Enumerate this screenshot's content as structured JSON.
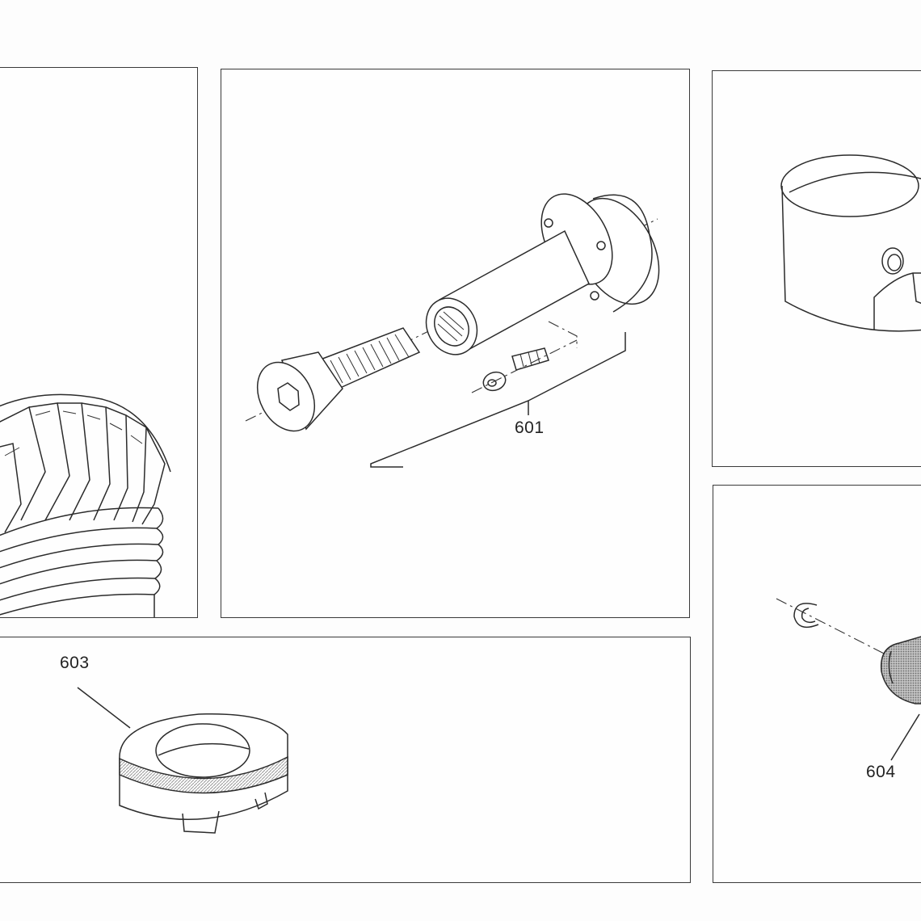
{
  "callouts": {
    "tool_part": "601",
    "bearing_part": "603",
    "pin_part": "604"
  },
  "colors": {
    "line": "#2b2b2b",
    "paper": "#fdfdfd",
    "hatch": "#9a9a9a"
  }
}
